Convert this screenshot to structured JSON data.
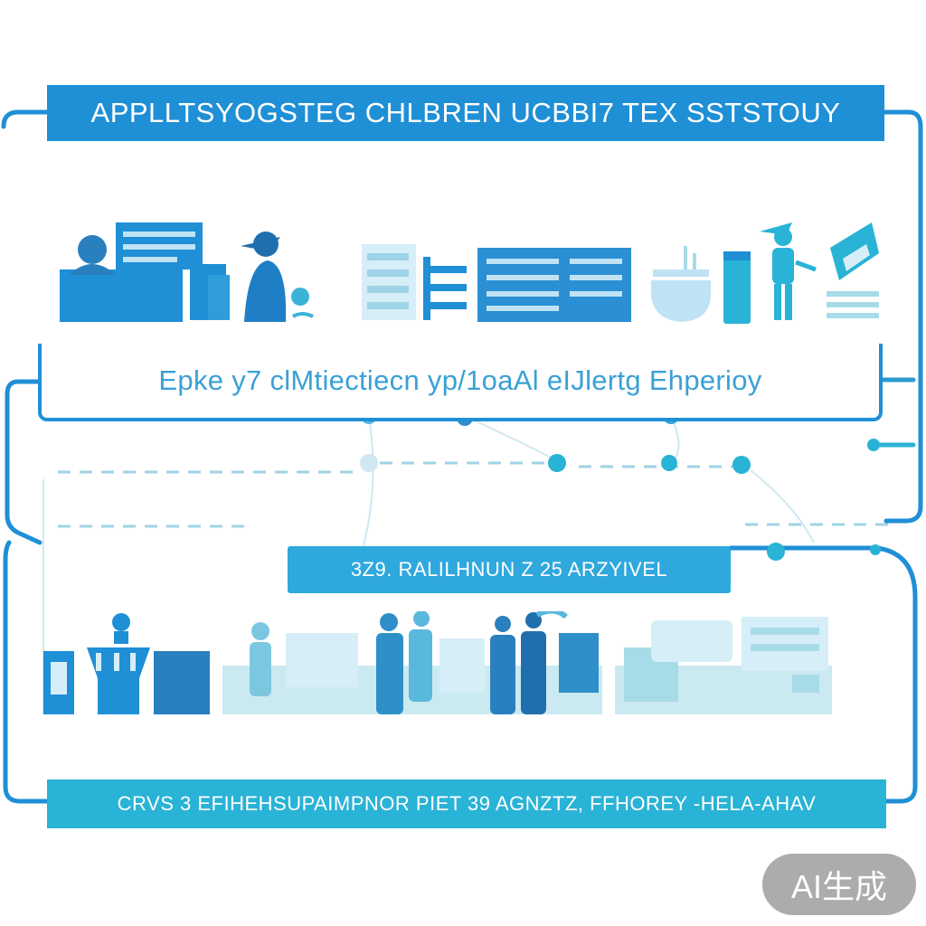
{
  "header": {
    "title": "APPLLTSYOGSTEG CHLBREN UCBBI7 TEX SSTSTOUY"
  },
  "caption": {
    "text": "Eрke y7 clMtiectiecn yp/1oaAl eIJlertg Ehperioy"
  },
  "middle_banner": {
    "text": "3Z9. RALILHNUN Z 25 ARZYIVEL"
  },
  "footer": {
    "text": "CRVS 3 EFIHEHSUPAIMPNOR PIET 39 AGNZTZ, FFHOREY -HELA-AHAV"
  },
  "watermark": {
    "text": "AI生成"
  },
  "colors": {
    "primary_blue": "#1f8fd6",
    "mid_blue": "#2fa8de",
    "teal": "#29b3d6",
    "light_cyan": "#a8dbe8",
    "badge_gray": "#9e9e9e"
  },
  "icons": [
    "office-worker-icon",
    "person-with-laptop-icon",
    "document-list-icon",
    "dashboard-panel-icon",
    "bowl-icon",
    "cylinder-icon",
    "standing-person-icon",
    "folder-stack-icon",
    "machine-icon",
    "conveyor-icon",
    "crowd-icon",
    "storefront-icon"
  ]
}
